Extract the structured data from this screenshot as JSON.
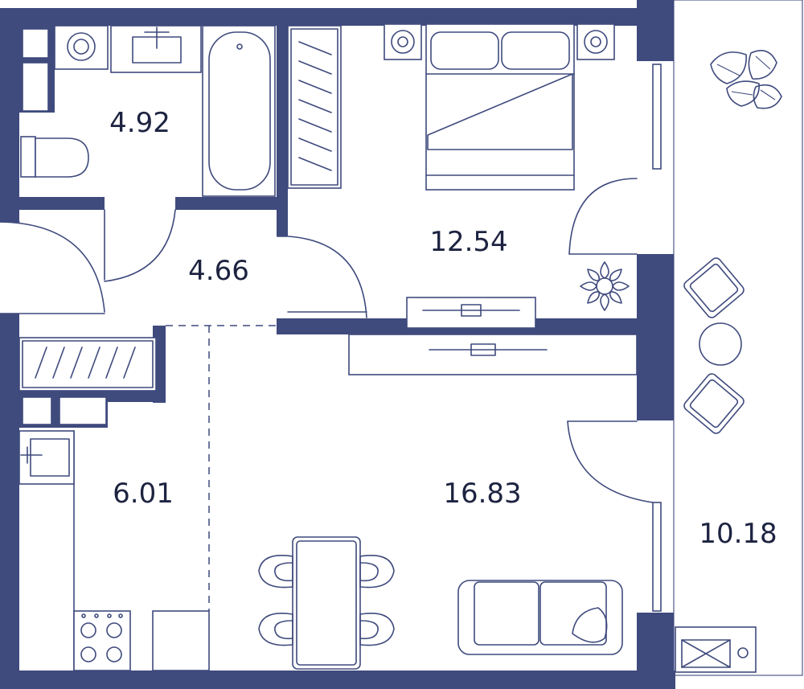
{
  "colors": {
    "wall": "#3f4a7d",
    "line": "#3f4a7d",
    "text": "#1d2340",
    "background": "#ffffff"
  },
  "rooms": [
    {
      "id": "bathroom",
      "area": "4.92"
    },
    {
      "id": "bedroom",
      "area": "12.54"
    },
    {
      "id": "hallway",
      "area": "4.66"
    },
    {
      "id": "kitchen",
      "area": "6.01"
    },
    {
      "id": "living-room",
      "area": "16.83"
    },
    {
      "id": "balcony",
      "area": "10.18"
    }
  ],
  "icons": [
    "washing-machine-icon",
    "sink-icon",
    "bathtub-icon",
    "toilet-icon",
    "wardrobe-icon",
    "bed-icon",
    "nightstand-icon",
    "plant-icon",
    "chair-icon",
    "round-table-icon",
    "dining-table-icon",
    "sofa-icon",
    "stove-icon",
    "door-icon",
    "window-icon",
    "tv-stand-icon",
    "air-conditioner-icon"
  ]
}
